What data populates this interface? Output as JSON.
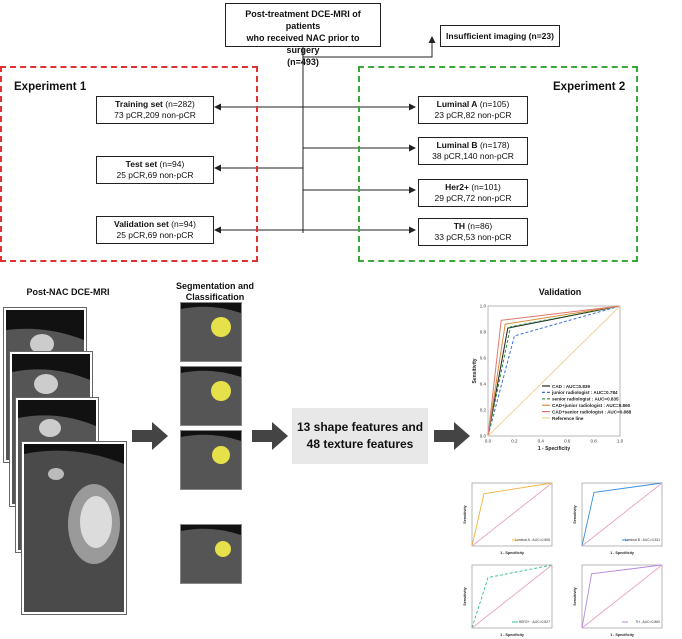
{
  "flow": {
    "top_box": {
      "line1": "Post-treatment DCE-MRI of patients",
      "line2": "who received NAC prior to surgery",
      "line3": "(n=493)"
    },
    "excluded_box": "Insufficient imaging (n=23)",
    "experiment1": {
      "title": "Experiment 1",
      "boxes": [
        {
          "name": "Training set",
          "n": "(n=282)",
          "detail": "73 pCR,209 non-pCR"
        },
        {
          "name": "Test set",
          "n": "(n=94)",
          "detail": "25 pCR,69 non-pCR"
        },
        {
          "name": "Validation set",
          "n": "(n=94)",
          "detail": "25 pCR,69 non-pCR"
        }
      ]
    },
    "experiment2": {
      "title": "Experiment 2",
      "boxes": [
        {
          "name": "Luminal A",
          "n": "(n=105)",
          "detail": "23 pCR,82 non-pCR"
        },
        {
          "name": "Luminal B",
          "n": "(n=178)",
          "detail": "38 pCR,140 non-pCR"
        },
        {
          "name": "Her2+",
          "n": "(n=101)",
          "detail": "29 pCR,72 non-pCR"
        },
        {
          "name": "TH",
          "n": "(n=86)",
          "detail": "33 pCR,53 non-pCR"
        }
      ]
    }
  },
  "pipeline": {
    "mri_title": "Post-NAC DCE-MRI",
    "seg_title_line1": "Segmentation and",
    "seg_title_line2": "Classification",
    "features_line1": "13 shape features and",
    "features_line2": "48 texture features",
    "validation_title": "Validation"
  },
  "chart_data": [
    {
      "type": "line",
      "xlabel": "1 - Specificity",
      "ylabel": "Sensitivity",
      "xlim": [
        0,
        1
      ],
      "ylim": [
        0,
        1
      ],
      "xticks": [
        "0.0",
        "0.2",
        "0.4",
        "0.6",
        "0.8",
        "1.0"
      ],
      "yticks": [
        "0.0",
        "0.2",
        "0.4",
        "0.6",
        "0.8",
        "1.0"
      ],
      "legend_position": "bottom-right",
      "series": [
        {
          "name": "CAD : AUC=0.839",
          "color": "#222222",
          "dash": "",
          "points": [
            [
              0,
              0
            ],
            [
              0.15,
              0.83
            ],
            [
              1,
              1
            ]
          ]
        },
        {
          "name": "junior radiologist : AUC=0.784",
          "color": "#3f6fd1",
          "dash": "3,2",
          "points": [
            [
              0,
              0
            ],
            [
              0.2,
              0.77
            ],
            [
              1,
              1
            ]
          ]
        },
        {
          "name": "senior radiologist : AUC=0.835",
          "color": "#2e8b3e",
          "dash": "3,2",
          "points": [
            [
              0,
              0
            ],
            [
              0.17,
              0.84
            ],
            [
              1,
              1
            ]
          ]
        },
        {
          "name": "CAD+junior radiologist : AUC=0.860",
          "color": "#d98c3a",
          "dash": "",
          "points": [
            [
              0,
              0
            ],
            [
              0.13,
              0.86
            ],
            [
              1,
              1
            ]
          ]
        },
        {
          "name": "CAD+senior radiologist : AUC=0.888",
          "color": "#e0776f",
          "dash": "",
          "points": [
            [
              0,
              0
            ],
            [
              0.1,
              0.89
            ],
            [
              1,
              1
            ]
          ]
        },
        {
          "name": "Reference line",
          "color": "#f2d09a",
          "dash": "",
          "points": [
            [
              0,
              0
            ],
            [
              1,
              1
            ]
          ]
        }
      ]
    },
    {
      "type": "line",
      "xlabel": "1 - Specificity",
      "ylabel": "Sensitivity",
      "xlim": [
        0,
        1
      ],
      "ylim": [
        0,
        1
      ],
      "series": [
        {
          "name": "Luminal A : AUC=0.808",
          "color": "#f0b23a",
          "points": [
            [
              0,
              0
            ],
            [
              0.15,
              0.83
            ],
            [
              1,
              1
            ]
          ]
        },
        {
          "name": "",
          "color": "#e8a0c8",
          "points": [
            [
              0,
              0
            ],
            [
              1,
              1
            ]
          ]
        }
      ]
    },
    {
      "type": "line",
      "xlabel": "1 - Specificity",
      "ylabel": "Sensitivity",
      "xlim": [
        0,
        1
      ],
      "ylim": [
        0,
        1
      ],
      "series": [
        {
          "name": "Luminal B : AUC=0.811",
          "color": "#3a8fe0",
          "points": [
            [
              0,
              0
            ],
            [
              0.15,
              0.85
            ],
            [
              1,
              1
            ]
          ]
        },
        {
          "name": "",
          "color": "#e8a0c8",
          "points": [
            [
              0,
              0
            ],
            [
              1,
              1
            ]
          ]
        }
      ]
    },
    {
      "type": "line",
      "xlabel": "1 - Specificity",
      "ylabel": "Sensitivity",
      "xlim": [
        0,
        1
      ],
      "ylim": [
        0,
        1
      ],
      "series": [
        {
          "name": "HER2+ : AUC=0.827",
          "color": "#2fbf8a",
          "dash": "3,2",
          "points": [
            [
              0,
              0
            ],
            [
              0.2,
              0.8
            ],
            [
              1,
              1
            ]
          ]
        },
        {
          "name": "",
          "color": "#e8a0c8",
          "points": [
            [
              0,
              0
            ],
            [
              1,
              1
            ]
          ]
        }
      ]
    },
    {
      "type": "line",
      "xlabel": "1 - Specificity",
      "ylabel": "Sensitivity",
      "xlim": [
        0,
        1
      ],
      "ylim": [
        0,
        1
      ],
      "series": [
        {
          "name": "TH : AUC=0.860",
          "color": "#b58ae0",
          "points": [
            [
              0,
              0
            ],
            [
              0.12,
              0.86
            ],
            [
              1,
              1
            ]
          ]
        },
        {
          "name": "",
          "color": "#e8a0c8",
          "points": [
            [
              0,
              0
            ],
            [
              1,
              1
            ]
          ]
        }
      ]
    }
  ]
}
